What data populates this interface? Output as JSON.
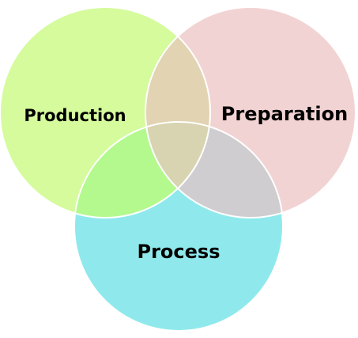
{
  "diagram": {
    "type": "venn",
    "colors": {
      "background": "#ffffff",
      "outline": "#ffffff",
      "production": "#d5fb9d",
      "preparation": "#f2d3d3",
      "process": "#8fe9ec",
      "production_preparation": "#e2d3b3",
      "production_process": "#b3f98e",
      "preparation_process": "#cfcdcf",
      "all_three": "#d8d3b0"
    },
    "sets": [
      {
        "id": "production",
        "label": "Production"
      },
      {
        "id": "preparation",
        "label": "Preparation"
      },
      {
        "id": "process",
        "label": "Process"
      }
    ]
  }
}
